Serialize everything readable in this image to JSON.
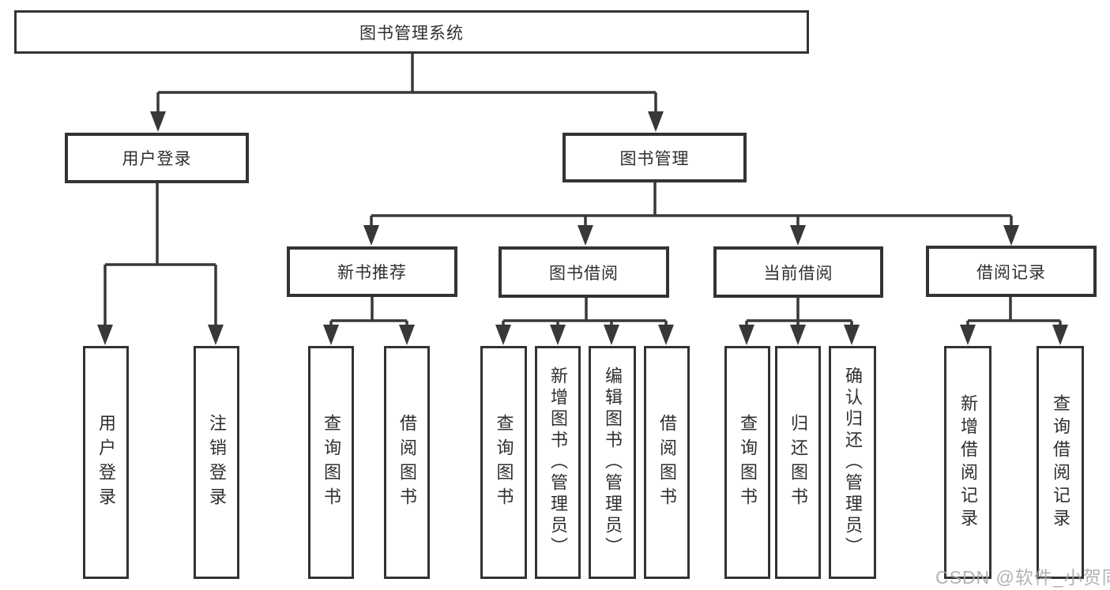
{
  "diagram_title": "图书管理系统",
  "tree": {
    "root": {
      "label": "图书管理系统"
    },
    "children": [
      {
        "label": "用户登录",
        "children": [
          {
            "label": "用户登录"
          },
          {
            "label": "注销登录"
          }
        ]
      },
      {
        "label": "图书管理",
        "children": [
          {
            "label": "新书推荐",
            "children": [
              {
                "label": "查询图书"
              },
              {
                "label": "借阅图书"
              }
            ]
          },
          {
            "label": "图书借阅",
            "children": [
              {
                "label": "查询图书"
              },
              {
                "label": "新增图书（管理员）"
              },
              {
                "label": "编辑图书（管理员）"
              },
              {
                "label": "借阅图书"
              }
            ]
          },
          {
            "label": "当前借阅",
            "children": [
              {
                "label": "查询图书"
              },
              {
                "label": "归还图书"
              },
              {
                "label": "确认归还（管理员）"
              }
            ]
          },
          {
            "label": "借阅记录",
            "children": [
              {
                "label": "新增借阅记录"
              },
              {
                "label": "查询借阅记录"
              }
            ]
          }
        ]
      }
    ]
  },
  "watermark": {
    "text": "CSDN @软件_小贺同学"
  },
  "colors": {
    "background": "#ffffff",
    "line": "#383838",
    "box_border": "#333333",
    "text": "#2f2f2f",
    "watermark": "#a6a6a6"
  }
}
